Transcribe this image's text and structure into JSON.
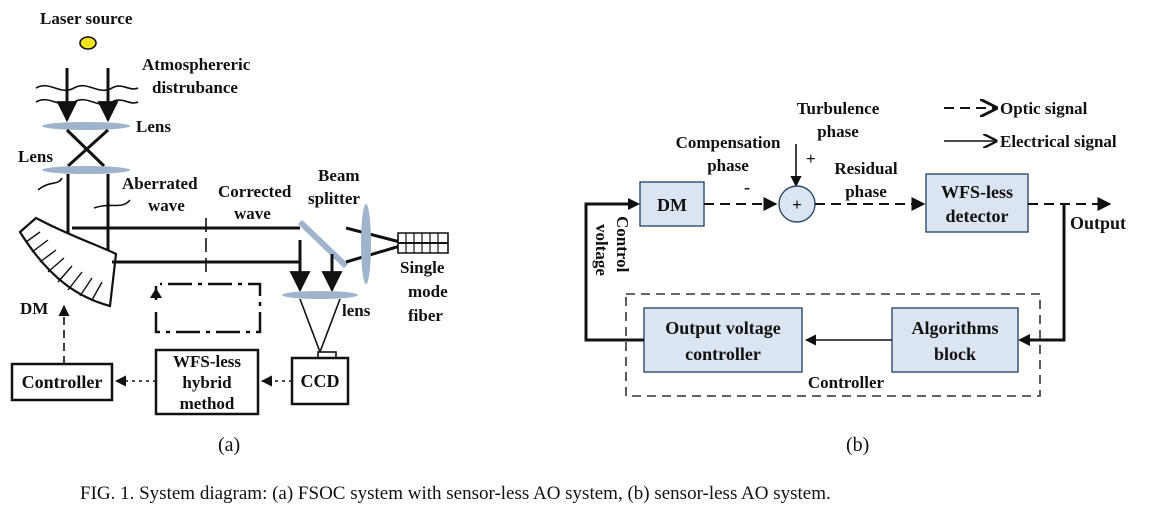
{
  "panel_a": {
    "laser_source": "Laser source",
    "atmospheric_line1": "Atmosphereric",
    "atmospheric_line2": "distrubance",
    "lens_top": "Lens",
    "lens_left": "Lens",
    "aberrated_line1": "Aberrated",
    "aberrated_line2": "wave",
    "corrected_line1": "Corrected",
    "corrected_line2": "wave",
    "beam_line1": "Beam",
    "beam_line2": "splitter",
    "single_line1": "Single",
    "single_line2": "mode",
    "single_line3": "fiber",
    "lens_lower": "lens",
    "dm": "DM",
    "controller": "Controller",
    "wfs_line1": "WFS-less",
    "wfs_line2": "hybrid",
    "wfs_line3": "method",
    "ccd": "CCD",
    "sublabel": "(a)"
  },
  "panel_b": {
    "legend_optic": "Optic signal",
    "legend_electrical": "Electrical signal",
    "turbulence_line1": "Turbulence",
    "turbulence_line2": "phase",
    "compensation_line1": "Compensation",
    "compensation_line2": "phase",
    "residual_line1": "Residual",
    "residual_line2": "phase",
    "plus_sign": "+",
    "minus_sign": "-",
    "sum_sign": "+",
    "dm": "DM",
    "wfs_line1": "WFS-less",
    "wfs_line2": "detector",
    "output": "Output",
    "control_line1": "Control",
    "control_line2": "voltage",
    "ovc_line1": "Output voltage",
    "ovc_line2": "controller",
    "alg_line1": "Algorithms",
    "alg_line2": "block",
    "controller": "Controller",
    "sublabel": "(b)"
  },
  "caption": "FIG. 1. System diagram: (a) FSOC system with sensor-less AO system, (b) sensor-less AO system.",
  "colors": {
    "block_fill": "#dbe5f1",
    "block_stroke": "#2f4b6e",
    "lens_fill": "#9fb3cc",
    "laser_fill": "#f2e21a"
  }
}
